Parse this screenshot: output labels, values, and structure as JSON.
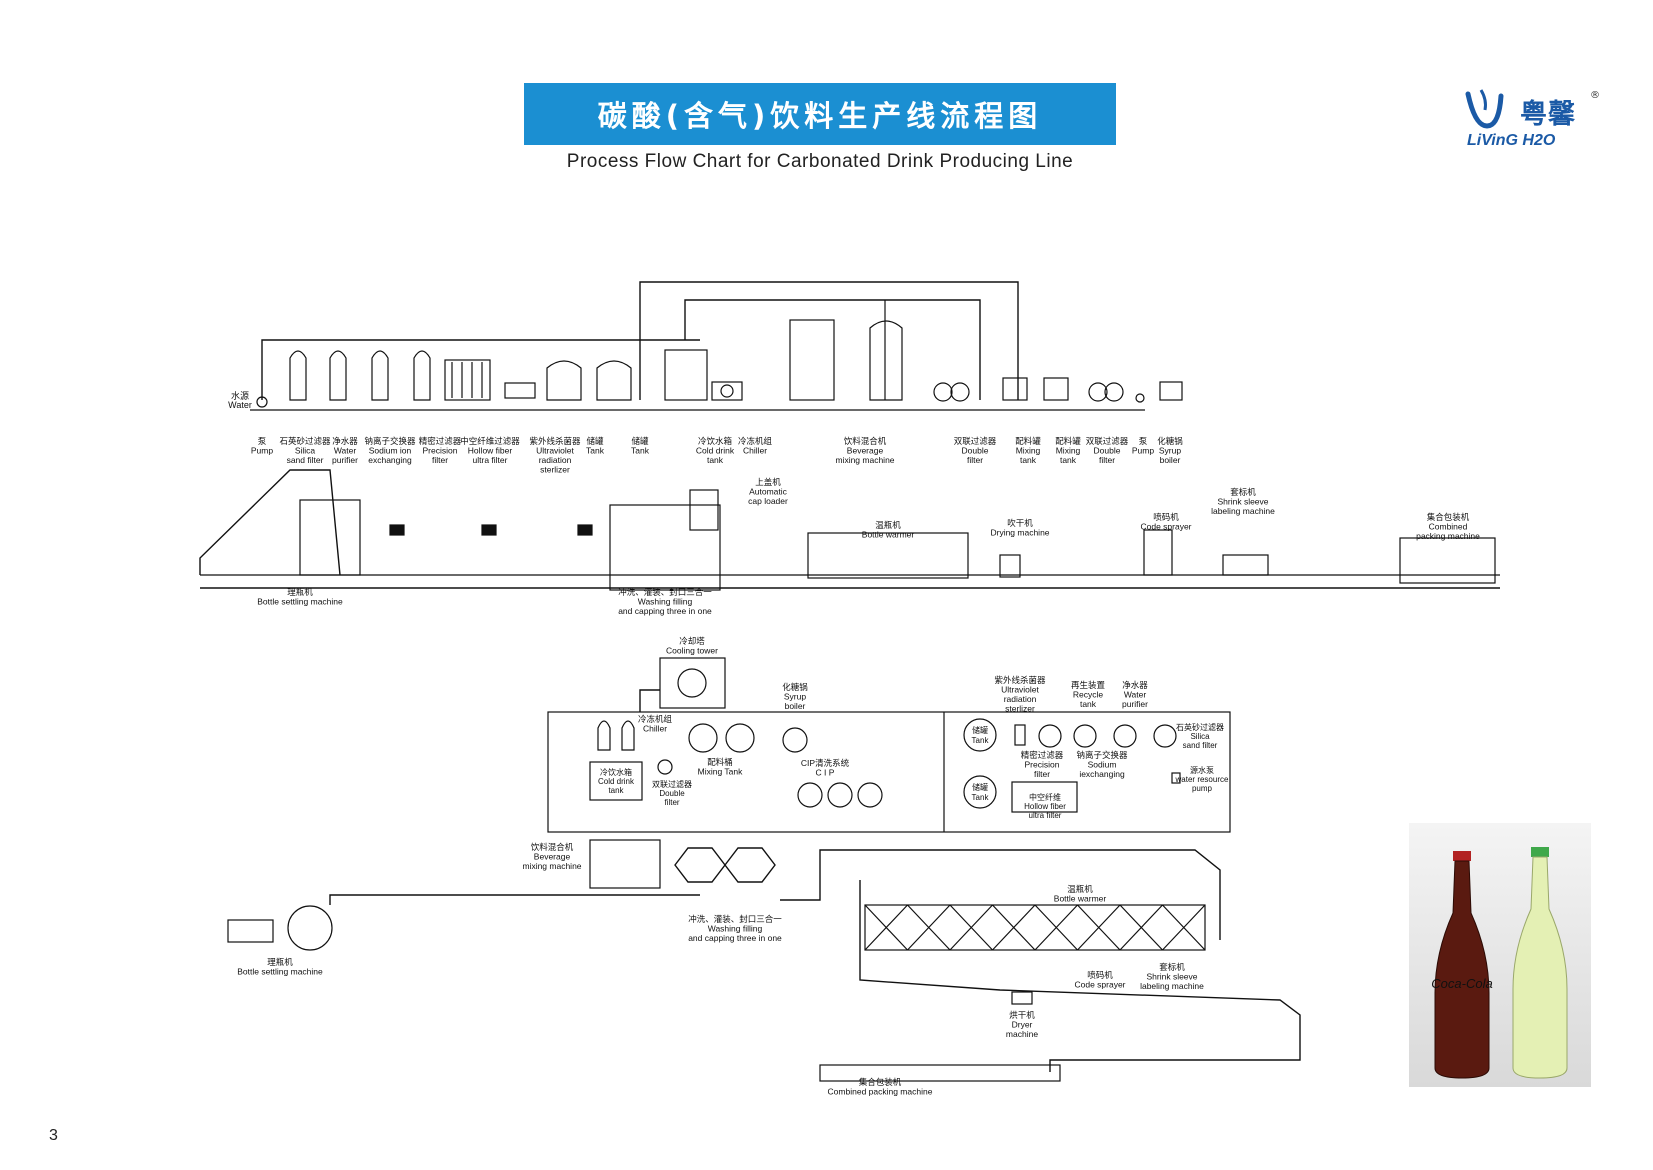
{
  "header": {
    "title_cn": "碳酸(含气)饮料生产线流程图",
    "title_en": "Process Flow Chart for Carbonated Drink Producing Line"
  },
  "logo": {
    "cn": "粤馨",
    "en": "LiVinG H2O",
    "reg": "®",
    "icon": "v-drop-logo-icon",
    "color": "#1b5aa6"
  },
  "page_number": "3",
  "colors": {
    "banner": "#1b8fd2",
    "line": "#111111"
  },
  "upper": {
    "water_source": [
      "水源",
      "Water"
    ],
    "treatment": [
      {
        "cn": "泵",
        "en": [
          "Pump"
        ]
      },
      {
        "cn": "石英砂过滤器",
        "en": [
          "Silica",
          "sand filter"
        ]
      },
      {
        "cn": "净水器",
        "en": [
          "Water",
          "purifier"
        ]
      },
      {
        "cn": "钠离子交换器",
        "en": [
          "Sodium ion",
          "exchanging"
        ]
      },
      {
        "cn": "精密过滤器",
        "en": [
          "Precision",
          "filter"
        ]
      },
      {
        "cn": "中空纤维过滤器",
        "en": [
          "Hollow fiber",
          "ultra filter"
        ]
      },
      {
        "cn": "紫外线杀菌器",
        "en": [
          "Ultraviolet",
          "radiation",
          "sterlizer"
        ]
      },
      {
        "cn": "储罐",
        "en": [
          "Tank"
        ]
      },
      {
        "cn": "储罐",
        "en": [
          "Tank"
        ]
      },
      {
        "cn": "冷饮水箱",
        "en": [
          "Cold drink",
          "tank"
        ]
      },
      {
        "cn": "冷冻机组",
        "en": [
          "Chiller"
        ]
      },
      {
        "cn": "饮料混合机",
        "en": [
          "Beverage",
          "mixing machine"
        ]
      },
      {
        "cn": "双联过滤器",
        "en": [
          "Double",
          "filter"
        ]
      },
      {
        "cn": "配料罐",
        "en": [
          "Mixing",
          "tank"
        ]
      },
      {
        "cn": "配料罐",
        "en": [
          "Mixing",
          "tank"
        ]
      },
      {
        "cn": "双联过滤器",
        "en": [
          "Double",
          "filter"
        ]
      },
      {
        "cn": "泵",
        "en": [
          "Pump"
        ]
      },
      {
        "cn": "化糖锅",
        "en": [
          "Syrup",
          "boiler"
        ]
      }
    ],
    "line": [
      {
        "cn": "理瓶机",
        "en": [
          "Bottle settling machine"
        ]
      },
      {
        "cn": "冲洗、灌装、封口三合一",
        "en": [
          "Washing filling",
          "and capping three in one"
        ]
      },
      {
        "cn": "上盖机",
        "en": [
          "Automatic",
          "cap loader"
        ]
      },
      {
        "cn": "温瓶机",
        "en": [
          "Bottle warmer"
        ]
      },
      {
        "cn": "吹干机",
        "en": [
          "Drying machine"
        ]
      },
      {
        "cn": "喷码机",
        "en": [
          "Code sprayer"
        ]
      },
      {
        "cn": "套标机",
        "en": [
          "Shrink sleeve",
          "labeling machine"
        ]
      },
      {
        "cn": "集合包装机",
        "en": [
          "Combined",
          "packing machine"
        ]
      }
    ]
  },
  "lower": {
    "cooling_tower": {
      "cn": "冷却塔",
      "en": [
        "Cooling tower"
      ]
    },
    "room_left": [
      {
        "cn": "冷冻机组",
        "en": [
          "Chiller"
        ]
      },
      {
        "cn": "化糖锅",
        "en": [
          "Syrup",
          "boiler"
        ]
      },
      {
        "cn": "冷饮水箱",
        "en": [
          "Cold drink",
          "tank"
        ]
      },
      {
        "cn": "双联过滤器",
        "en": [
          "Double",
          "filter"
        ]
      },
      {
        "cn": "配料桶",
        "en": [
          "Mixing Tank"
        ]
      },
      {
        "cn": "CIP清洗系统",
        "en": [
          "C I P"
        ]
      }
    ],
    "room_right": [
      {
        "cn": "紫外线杀菌器",
        "en": [
          "Ultraviolet",
          "radiation",
          "sterlizer"
        ]
      },
      {
        "cn": "再生装置",
        "en": [
          "Recycle",
          "tank"
        ]
      },
      {
        "cn": "净水器",
        "en": [
          "Water",
          "purifier"
        ]
      },
      {
        "cn": "石英砂过滤器",
        "en": [
          "Silica",
          "sand filter"
        ]
      },
      {
        "cn": "精密过滤器",
        "en": [
          "Precision",
          "filter"
        ]
      },
      {
        "cn": "钠离子交换器",
        "en": [
          "Sodium",
          "iexchanging"
        ]
      },
      {
        "cn": "源水泵",
        "en": [
          "water resource",
          "pump"
        ]
      },
      {
        "cn": "中空纤维",
        "en": [
          "Hollow fiber",
          "ultra filter"
        ]
      }
    ],
    "tank_cn": "储罐",
    "tank_en": "Tank",
    "line": [
      {
        "cn": "饮料混合机",
        "en": [
          "Beverage",
          "mixing machine"
        ]
      },
      {
        "cn": "理瓶机",
        "en": [
          "Bottle settling machine"
        ]
      },
      {
        "cn": "冲洗、灌装、封口三合一",
        "en": [
          "Washing filling",
          "and capping three in one"
        ]
      },
      {
        "cn": "温瓶机",
        "en": [
          "Bottle warmer"
        ]
      },
      {
        "cn": "喷码机",
        "en": [
          "Code sprayer"
        ]
      },
      {
        "cn": "套标机",
        "en": [
          "Shrink sleeve",
          "labeling machine"
        ]
      },
      {
        "cn": "烘干机",
        "en": [
          "Dryer",
          "machine"
        ]
      },
      {
        "cn": "集合包装机",
        "en": [
          "Combined packing machine"
        ]
      }
    ]
  },
  "photo": {
    "brand_text": "Coca-Cola"
  }
}
